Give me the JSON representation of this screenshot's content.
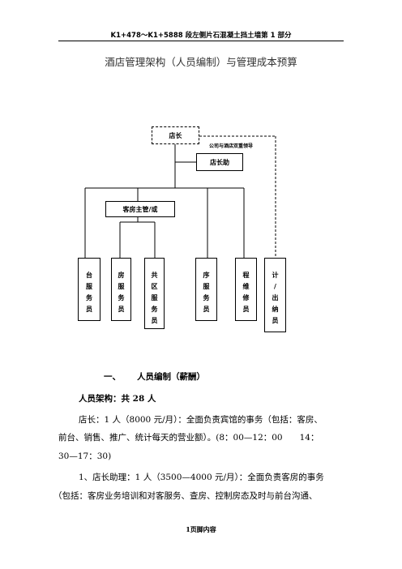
{
  "header": {
    "text": "K1+478～K1+5888 段左侧片石混凝土挡土墙第 1 部分"
  },
  "title": "酒店管理架构（人员编制）与管理成本预算",
  "org_chart": {
    "manager": "店长",
    "dual_lead_label": "公司与酒店双重领导",
    "assistant": "店长助",
    "supervisor": "客房主管/或",
    "staff": [
      [
        "台",
        "服",
        "务",
        "员"
      ],
      [
        "房",
        "服",
        "务",
        "员"
      ],
      [
        "共",
        "区",
        "服",
        "务",
        "员"
      ],
      [
        "序",
        "服",
        "务",
        "员"
      ],
      [
        "程",
        "维",
        "修",
        "员"
      ],
      [
        "计",
        "/",
        "出",
        "纳",
        "员"
      ]
    ]
  },
  "body": {
    "section_heading_num": "一、",
    "section_heading": "人员编制（薪酬）",
    "staff_total": "人员架构：共 28 人",
    "manager_para_line1": "店长：1 人（8000 元/月）：全面负责宾馆的事务（包括：客房、",
    "manager_para_line2": "前台、销售、推广、统计每天的营业额）。(8：00—12：00　　14：",
    "manager_para_line3": "30—17：30)",
    "assistant_para_line1": "1、店长助理：1 人（3500—4000 元/月）：全面负责客房的事务",
    "assistant_para_line2": "（包括：客房业务培训和对客服务、查房、控制房态及时与前台沟通、"
  },
  "footer": {
    "text": "1页脚内容"
  }
}
